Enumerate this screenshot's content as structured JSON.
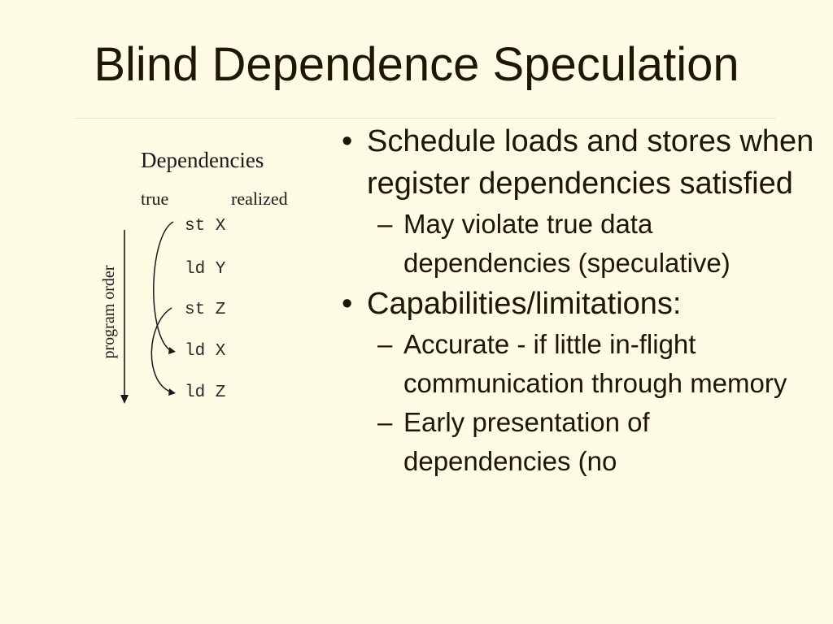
{
  "slide": {
    "title": "Blind Dependence Speculation"
  },
  "diagram": {
    "heading": "Dependencies",
    "true_label": "true",
    "realized_label": "realized",
    "axis_label": "program order",
    "instructions": [
      "st X",
      "ld Y",
      "st Z",
      "ld X",
      "ld Z"
    ]
  },
  "bullets": {
    "b1": "Schedule loads and stores when register dependencies satisfied",
    "b1_sub1": "May violate true data dependencies (speculative)",
    "b2": "Capabilities/limitations:",
    "b2_sub1": "Accurate - if little in-flight communication through memory",
    "b2_sub2": "Early presentation of dependencies (no"
  },
  "icons": {
    "bullet": "bullet-dot-icon",
    "dash": "dash-icon",
    "arrow": "arrow-icon"
  },
  "colors": {
    "background": "#fdfbe3",
    "text": "#1f1607"
  }
}
